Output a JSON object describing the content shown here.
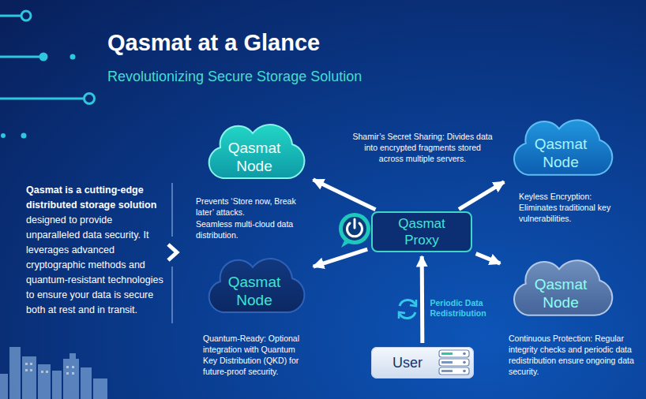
{
  "diagram": {
    "title": "Qasmat at a Glance",
    "nodes": [
      {
        "text": [
          "Qasmat Node"
        ]
      },
      {
        "text": [
          "Qasmat Node"
        ]
      },
      {
        "text": [
          "Qasmat Proxy"
        ]
      },
      {
        "text": [
          "Qasmat Node"
        ]
      },
      {
        "text": [
          "Qasmat Node"
        ]
      },
      {
        "text": [
          "User"
        ]
      }
    ],
    "edges": [
      {
        "from": 2,
        "to": 0,
        "arrow": "to"
      },
      {
        "from": 2,
        "to": 1,
        "arrow": "to"
      },
      {
        "from": 2,
        "to": 3,
        "arrow": "to"
      },
      {
        "from": 2,
        "to": 4,
        "arrow": "to"
      },
      {
        "from": 5,
        "to": 2,
        "label": "Periodic Data Redistribution",
        "arrow": "to"
      }
    ],
    "labels": [
      "Revolutionizing Secure Storage Solution",
      "Qasmat is a cutting-edge distributed storage solution",
      "designed to provide unparalleled data security. It leverages advanced cryptographic methods and quantum-resistant technologies to ensure your data is secure both at rest and in transit.",
      "Shamir’s Secret Sharing: Divides data into encrypted fragments stored across multiple servers.",
      "Prevents ‘Store now, Break later’ attacks.",
      "Seamless multi-cloud data distribution.",
      "Keyless Encryption: Eliminates traditional key vulnerabilities.",
      "Quantum-Ready: Optional integration with Quantum Key Distribution (QKD) for future-proof security.",
      "Continuous Protection: Regular integrity checks and periodic data redistribution ensure ongoing data security."
    ]
  }
}
